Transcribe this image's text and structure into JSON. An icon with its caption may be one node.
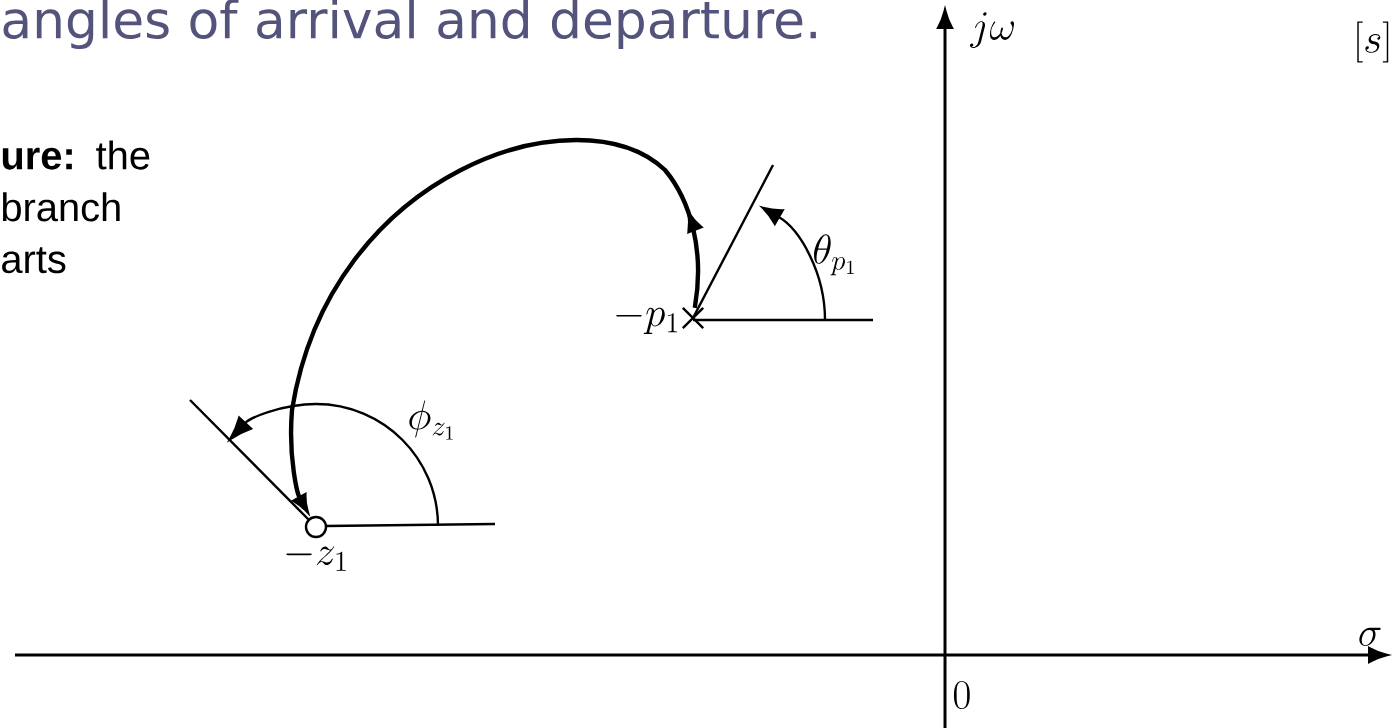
{
  "diagram": {
    "title": "angles of arrival and departure.",
    "nodes": [
      {
        "text": [
          "-p_1"
        ]
      },
      {
        "text": [
          "-z_1"
        ]
      }
    ],
    "edges": [
      {
        "from": 0,
        "to": 1,
        "arrow": "to"
      }
    ],
    "labels": [
      "**ure:** the branch arts",
      "j\\omega",
      "[s]",
      "\\theta_{p_1}",
      "\\phi_{z_1}",
      "\\sigma",
      "0"
    ]
  }
}
